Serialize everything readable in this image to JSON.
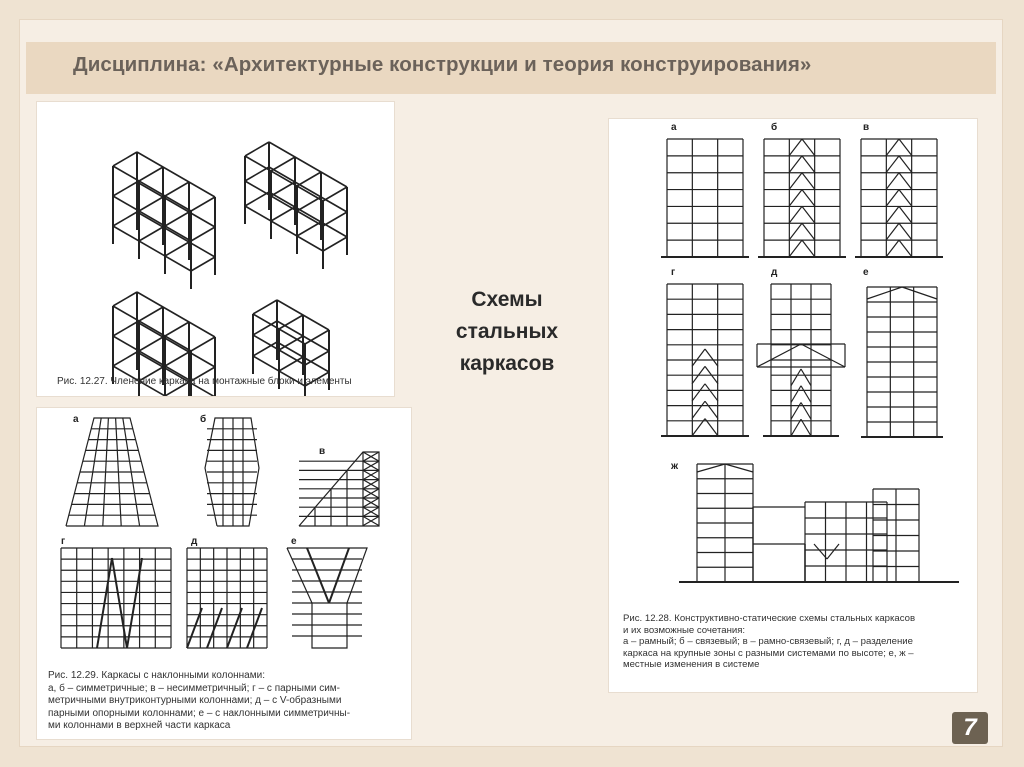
{
  "header": {
    "title": "Дисциплина: «Архитектурные конструкции и теория конструирования»"
  },
  "center_text": [
    "Схемы",
    "стальных",
    "каркасов"
  ],
  "fig1": {
    "caption": "Рис. 12.27. Членение каркаса на монтажные блоки и элементы"
  },
  "fig2": {
    "labels": [
      "а",
      "б",
      "в",
      "г",
      "д",
      "е"
    ],
    "caption_lines": [
      "Рис. 12.29. Каркасы с наклонными колоннами:",
      "а, б – симметричные; в – несимметричный; г – с парными сим-",
      "метричными внутриконтурными колоннами; д – с V-образными",
      "парными опорными колоннами; е – с наклонными симметричны-",
      "ми колоннами в верхней части каркаса"
    ]
  },
  "fig3": {
    "labels": [
      "а",
      "б",
      "в",
      "г",
      "д",
      "е",
      "ж"
    ],
    "caption_lines": [
      "Рис. 12.28. Конструктивно-статические схемы стальных каркасов",
      "и их возможные сочетания:",
      "а – рамный; б – связевый; в – рамно-связевый; г, д – разделение",
      "каркаса на крупные зоны с разными системами по высоте; е, ж –",
      "местные изменения в системе"
    ]
  },
  "page": {
    "number": "7"
  },
  "colors": {
    "background": "#efe3d2",
    "header_band": "#ead8c1",
    "page_badge": "#6d6252"
  }
}
